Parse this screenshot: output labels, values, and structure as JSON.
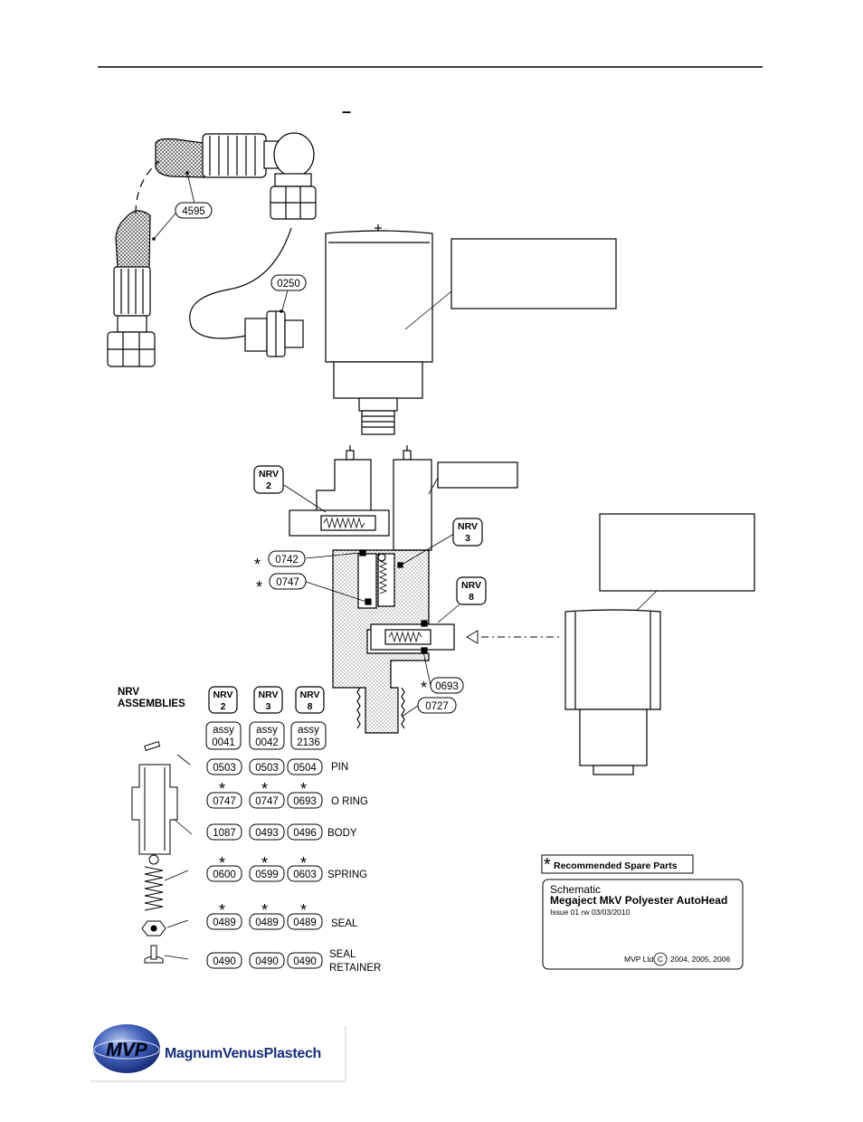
{
  "header": {
    "dash": "–"
  },
  "callouts": {
    "hose": "4595",
    "fitting": "0250",
    "o_ring_upper": "0742",
    "o_ring_mid": "0747",
    "o_ring_nrv8": "0693",
    "nozzle": "0727"
  },
  "nrv_tags": {
    "nrv2": {
      "l1": "NRV",
      "l2": "2"
    },
    "nrv3": {
      "l1": "NRV",
      "l2": "3"
    },
    "nrv8": {
      "l1": "NRV",
      "l2": "8"
    }
  },
  "assemblies": {
    "title_l1": "NRV",
    "title_l2": "ASSEMBLIES",
    "columns": [
      {
        "l1": "NRV",
        "l2": "2",
        "assy_l1": "assy",
        "assy_l2": "0041"
      },
      {
        "l1": "NRV",
        "l2": "3",
        "assy_l1": "assy",
        "assy_l2": "0042"
      },
      {
        "l1": "NRV",
        "l2": "8",
        "assy_l1": "assy",
        "assy_l2": "2136"
      }
    ],
    "rows": [
      {
        "label": "PIN",
        "parts": [
          "0503",
          "0503",
          "0504"
        ],
        "star": [
          false,
          false,
          false
        ]
      },
      {
        "label": "O RING",
        "parts": [
          "0747",
          "0747",
          "0693"
        ],
        "star": [
          true,
          true,
          true
        ]
      },
      {
        "label": "BODY",
        "parts": [
          "1087",
          "0493",
          "0496"
        ],
        "star": [
          false,
          false,
          false
        ]
      },
      {
        "label": "SPRING",
        "parts": [
          "0600",
          "0599",
          "0603"
        ],
        "star": [
          true,
          true,
          true
        ]
      },
      {
        "label": "SEAL",
        "parts": [
          "0489",
          "0489",
          "0489"
        ],
        "star": [
          true,
          true,
          true
        ]
      },
      {
        "label_l1": "SEAL",
        "label_l2": "RETAINER",
        "parts": [
          "0490",
          "0490",
          "0490"
        ],
        "star": [
          false,
          false,
          false
        ]
      }
    ]
  },
  "star_symbol": "*",
  "legend": {
    "star": "*",
    "text": "Recommended Spare Parts"
  },
  "title_block": {
    "line1": "Schematic",
    "line2": "Megaject MkV Polyester AutoHead",
    "line3": "Issue 01 rw 03/03/2010",
    "company": "MVP Ltd",
    "copyright_symbol": "C",
    "years": "2004, 2005, 2006"
  },
  "logo": {
    "badge": "MVP",
    "name": "MagnumVenusPlastech",
    "color": "#1a2f7a"
  }
}
